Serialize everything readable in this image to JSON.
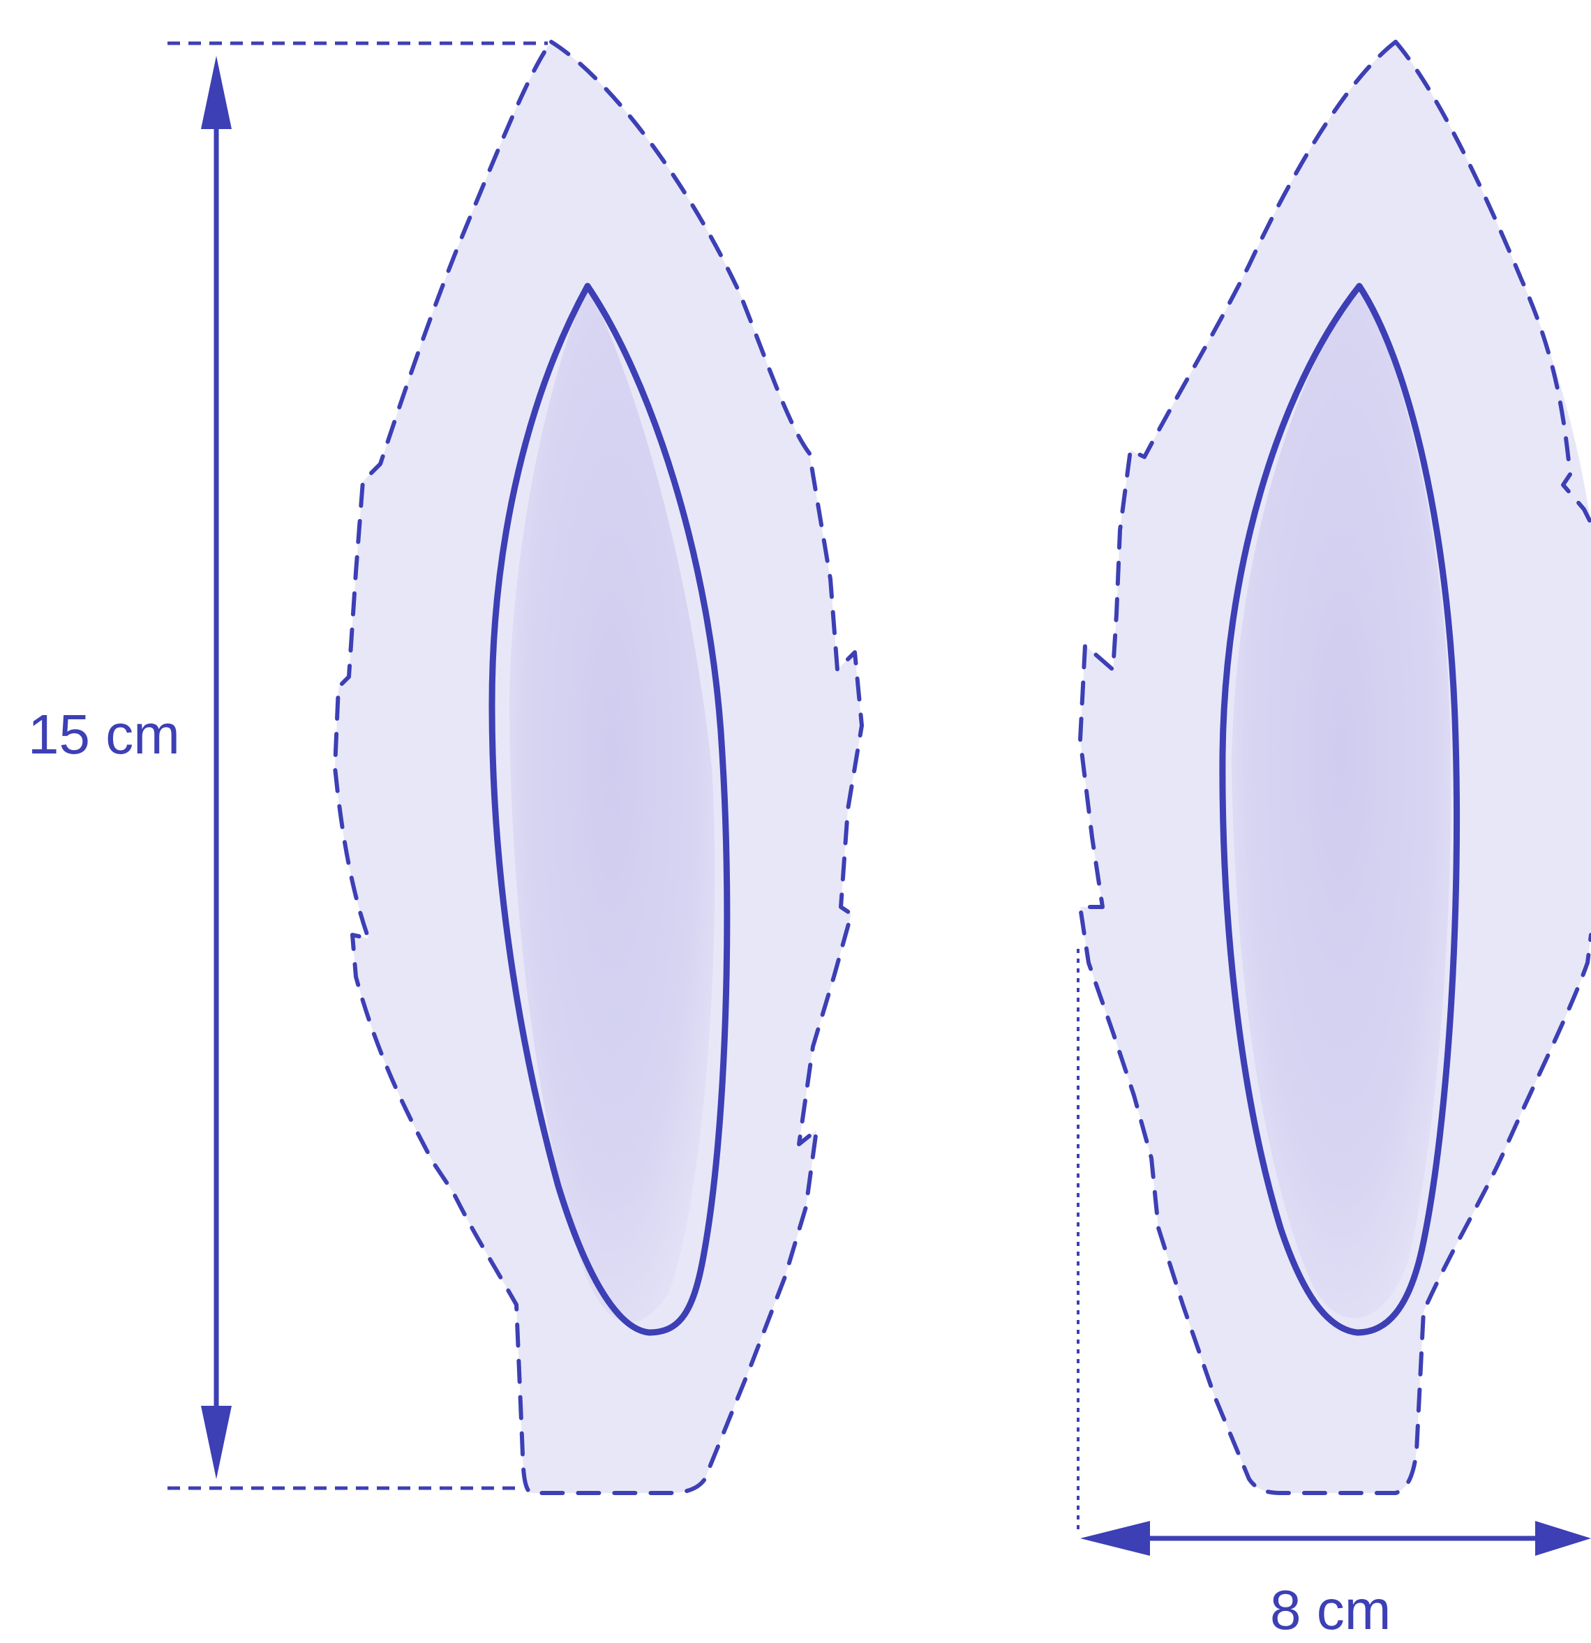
{
  "dimensions": {
    "height_label": "15 cm",
    "width_label": "8 cm"
  },
  "colors": {
    "outline": "#3d3fb5",
    "fill_light": "#e7e6f7",
    "fill_mid": "#dcdaf3",
    "fill_dark": "#cfcbee",
    "background": "#ffffff"
  },
  "pieces": [
    {
      "name": "left-ear"
    },
    {
      "name": "right-ear"
    }
  ]
}
